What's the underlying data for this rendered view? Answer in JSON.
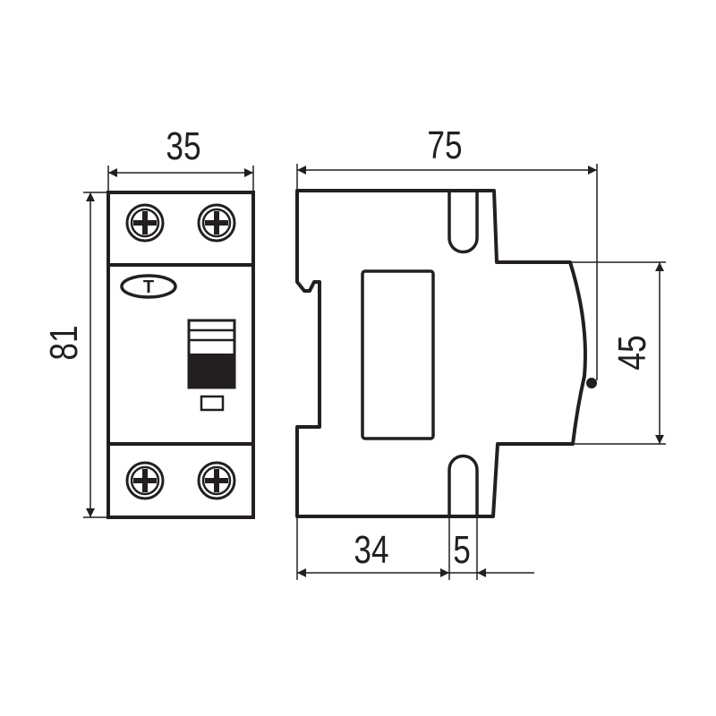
{
  "drawing": {
    "front_view": {
      "test_button_label": "T",
      "width_dimension": "35",
      "height_dimension": "81"
    },
    "side_view": {
      "depth_dimension": "75",
      "front_height_dimension": "45",
      "rail_offset_dimension": "34",
      "slot_width_dimension": "5"
    },
    "colors": {
      "line": "#231f20",
      "background": "#ffffff"
    }
  }
}
